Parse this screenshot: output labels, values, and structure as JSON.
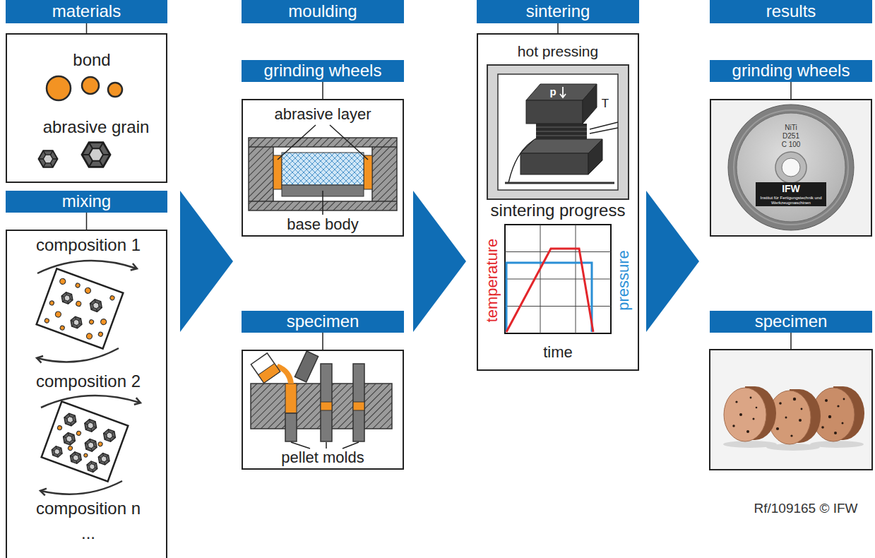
{
  "diagram": {
    "nodes": [
      {
        "text": [
          "materials"
        ]
      },
      {
        "text": [
          "bond",
          "abrasive grain"
        ]
      },
      {
        "text": [
          "mixing"
        ]
      },
      {
        "text": [
          "composition 1",
          "composition 2",
          "composition n",
          "..."
        ]
      },
      {
        "text": [
          "moulding"
        ]
      },
      {
        "text": [
          "grinding wheels"
        ]
      },
      {
        "text": [
          "abrasive layer",
          "base body"
        ]
      },
      {
        "text": [
          "specimen"
        ]
      },
      {
        "text": [
          "pellet molds"
        ]
      },
      {
        "text": [
          "sintering"
        ]
      },
      {
        "text": [
          "hot pressing",
          "p",
          "T",
          "sintering progress",
          "temperature",
          "pressure",
          "time"
        ]
      },
      {
        "text": [
          "results"
        ]
      },
      {
        "text": [
          "grinding wheels"
        ]
      },
      {
        "text": [
          "NiTi",
          "D251",
          "C 100",
          "IFW",
          "Institut für Fertigungstechnik und Werkzeugmaschinen"
        ]
      },
      {
        "text": [
          "specimen"
        ]
      }
    ],
    "edges": [
      {
        "from": 0,
        "to": 1,
        "arrow": "none"
      },
      {
        "from": 2,
        "to": 3,
        "arrow": "none"
      },
      {
        "from": 5,
        "to": 6,
        "arrow": "none"
      },
      {
        "from": 7,
        "to": 8,
        "arrow": "none"
      },
      {
        "from": 9,
        "to": 10,
        "arrow": "none"
      },
      {
        "from": 12,
        "to": 13,
        "arrow": "none"
      }
    ],
    "labels": [
      "Rf/109165 © IFW"
    ]
  }
}
